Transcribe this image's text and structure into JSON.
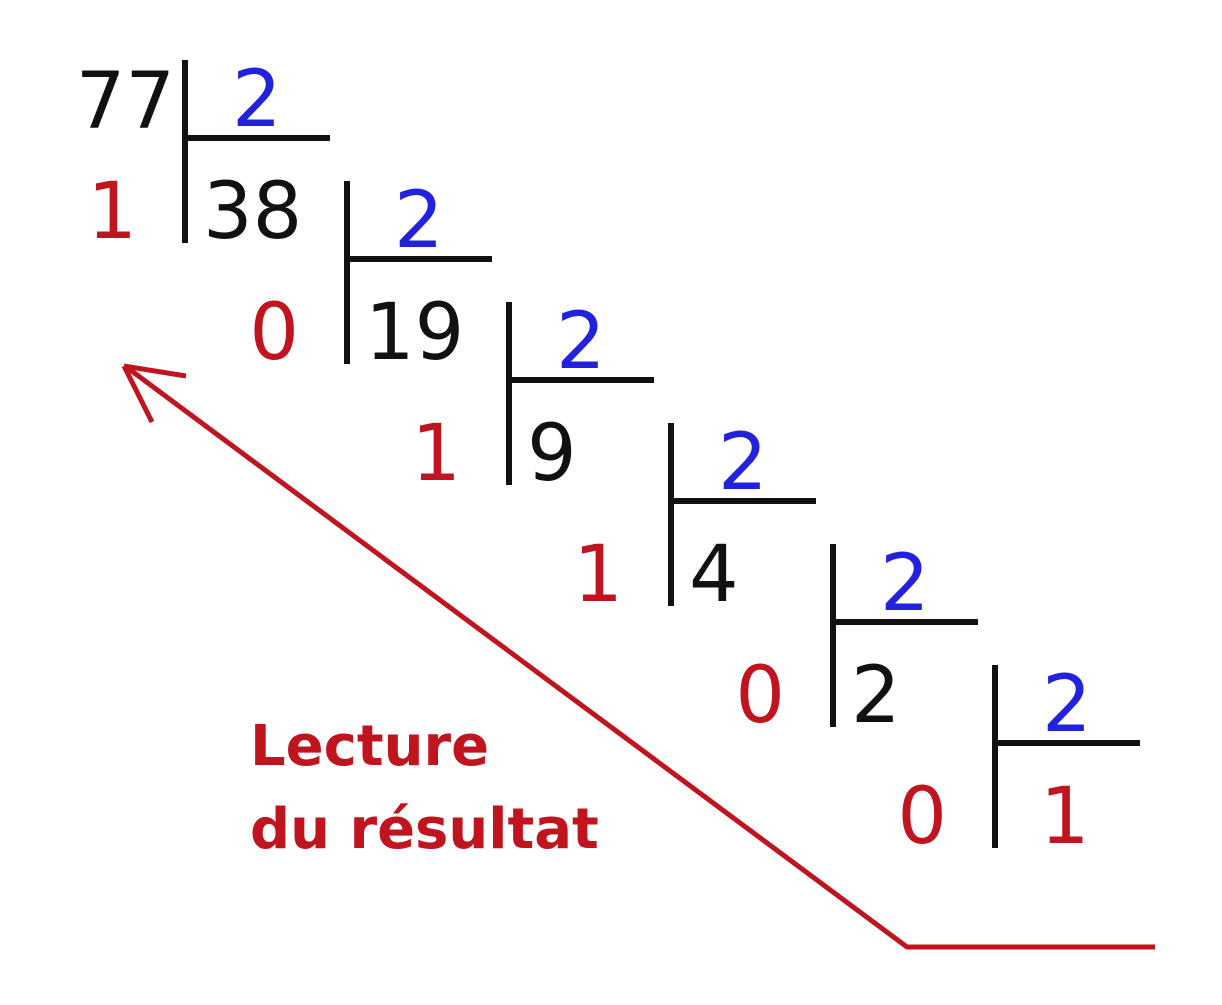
{
  "colors": {
    "dividend": "#111111",
    "divisor": "#2222dd",
    "remainder": "#c0141e",
    "line": "#111111",
    "arrow": "#c0141e"
  },
  "steps": [
    {
      "dividend": "77",
      "divisor": "2",
      "remainder": "1"
    },
    {
      "dividend": "38",
      "divisor": "2",
      "remainder": "0"
    },
    {
      "dividend": "19",
      "divisor": "2",
      "remainder": "1"
    },
    {
      "dividend": "9",
      "divisor": "2",
      "remainder": "1"
    },
    {
      "dividend": "4",
      "divisor": "2",
      "remainder": "0"
    },
    {
      "dividend": "2",
      "divisor": "2",
      "remainder": "0"
    }
  ],
  "final_quotient": "1",
  "caption": {
    "line1": "Lecture",
    "line2": "du résultat"
  }
}
